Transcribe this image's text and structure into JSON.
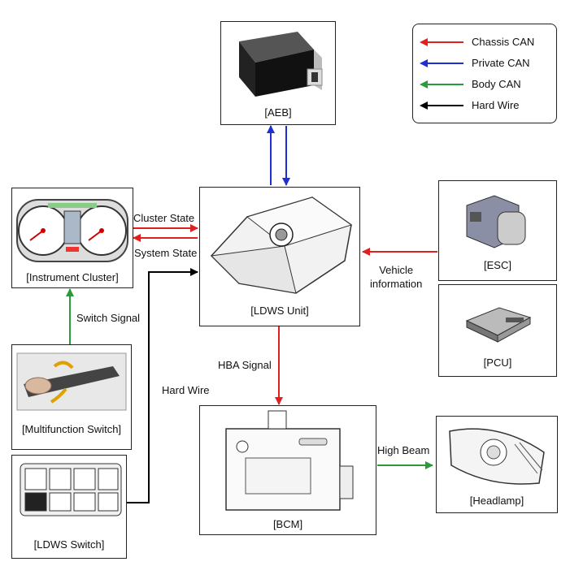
{
  "legend": {
    "items": [
      {
        "label": "Chassis CAN",
        "color": "#e02020"
      },
      {
        "label": "Private CAN",
        "color": "#1f2fd6"
      },
      {
        "label": "Body CAN",
        "color": "#2a9a3a"
      },
      {
        "label": "Hard Wire",
        "color": "#000000"
      }
    ]
  },
  "components": {
    "aeb": "[AEB]",
    "ldws_unit": "[LDWS Unit]",
    "instrument_cluster": "[Instrument Cluster]",
    "esc": "[ESC]",
    "pcu": "[PCU]",
    "multifunction_switch": "[Multifunction Switch]",
    "ldws_switch": "[LDWS Switch]",
    "bcm": "[BCM]",
    "headlamp": "[Headlamp]"
  },
  "signals": {
    "cluster_state": "Cluster State",
    "system_state": "System State",
    "vehicle_information": [
      "Vehicle",
      "information"
    ],
    "switch_signal": "Switch Signal",
    "hard_wire": "Hard Wire",
    "hba_signal": "HBA Signal",
    "high_beam": "High Beam"
  },
  "colors": {
    "chassis_can": "#e02020",
    "private_can": "#1f2fd6",
    "body_can": "#2a9a3a",
    "hard_wire": "#000000"
  }
}
